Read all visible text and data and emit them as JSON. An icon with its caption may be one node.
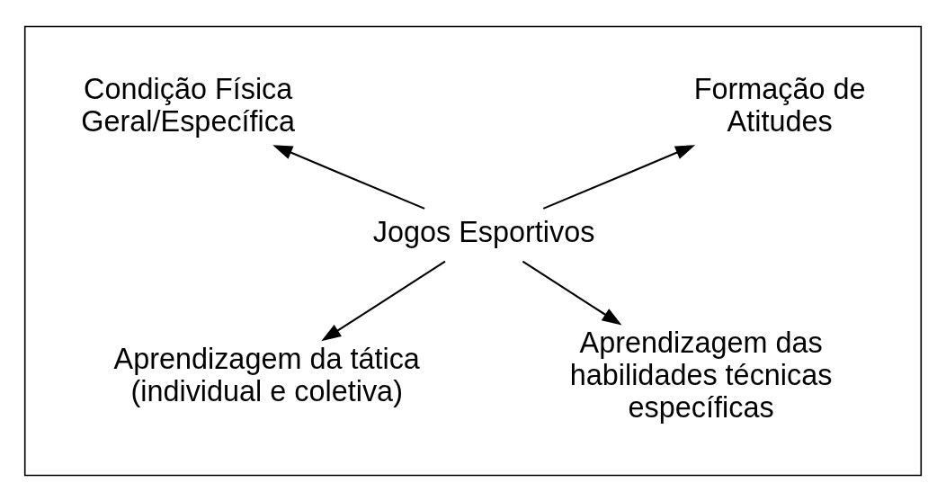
{
  "diagram": {
    "nodes": [
      {
        "text": [],
        "shape": "box"
      },
      {
        "text": [
          "Condição Física Geral/Específica"
        ],
        "in": 0
      },
      {
        "text": [
          "Formação de Atitudes"
        ],
        "in": 0
      },
      {
        "text": [
          "Jogos Esportivos"
        ],
        "in": 0
      },
      {
        "text": [
          "Aprendizagem da tática (individual e coletiva)"
        ],
        "in": 0
      },
      {
        "text": [
          "Aprendizagem das habilidades técnicas específicas"
        ],
        "in": 0
      }
    ],
    "edges": [
      {
        "from": 3,
        "to": 1,
        "arrow": "to"
      },
      {
        "from": 3,
        "to": 2,
        "arrow": "to"
      },
      {
        "from": 3,
        "to": 4,
        "arrow": "to"
      },
      {
        "from": 3,
        "to": 5,
        "arrow": "to"
      }
    ]
  }
}
